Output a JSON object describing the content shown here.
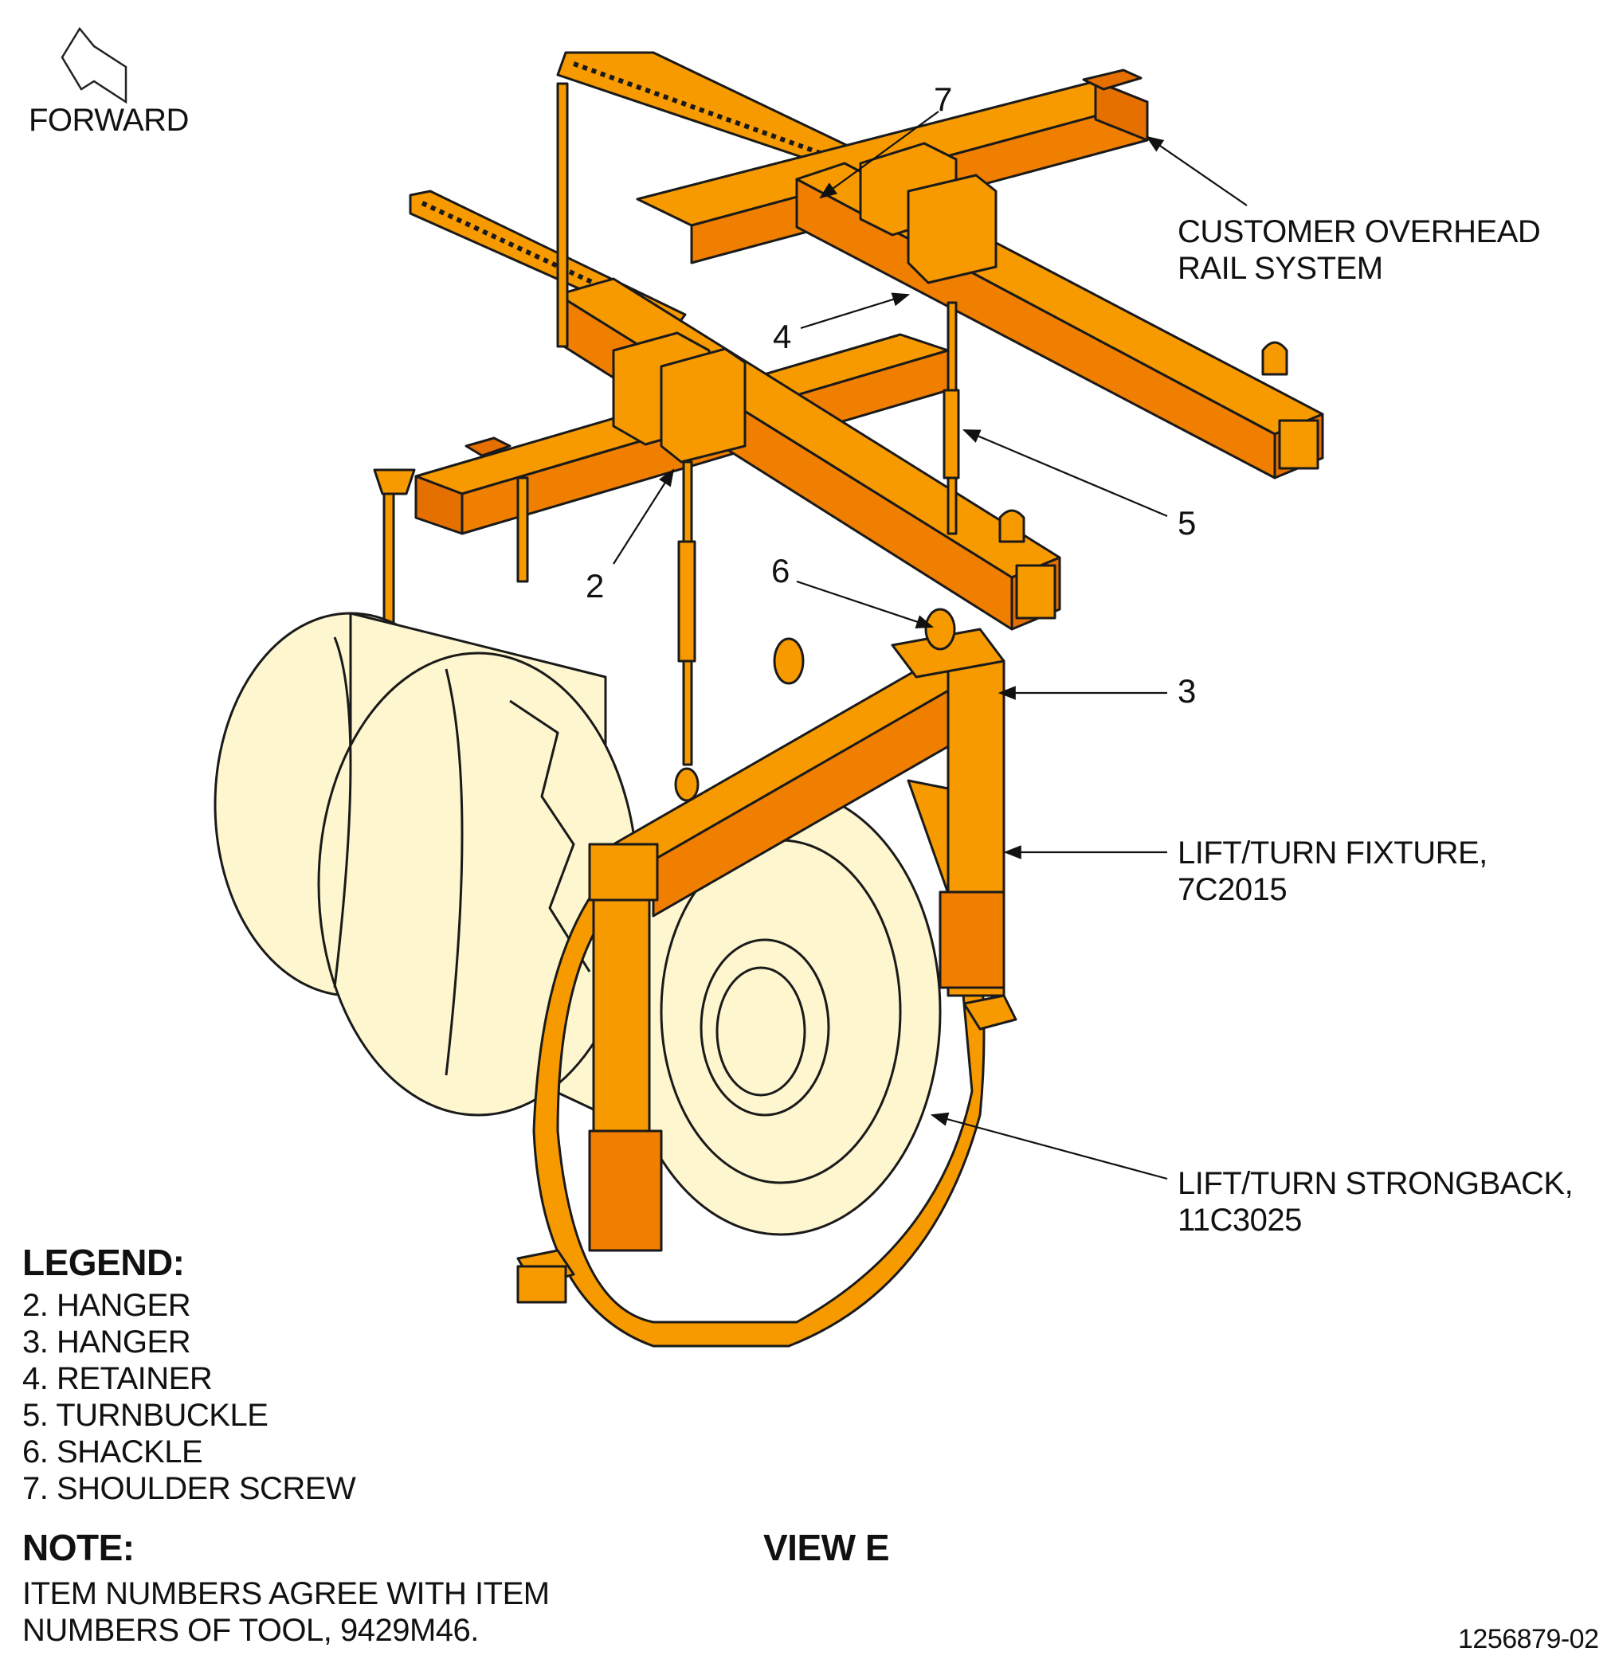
{
  "orientation": {
    "label": "FORWARD"
  },
  "callouts": {
    "c7": "7",
    "c4": "4",
    "c2": "2",
    "c5": "5",
    "c6": "6",
    "c3": "3"
  },
  "labels": {
    "rail_line1": "CUSTOMER OVERHEAD",
    "rail_line2": "RAIL SYSTEM",
    "fixture_line1": "LIFT/TURN FIXTURE,",
    "fixture_line2": "7C2015",
    "strongback_line1": "LIFT/TURN STRONGBACK,",
    "strongback_line2": "11C3025"
  },
  "legend": {
    "title": "LEGEND:",
    "items": [
      "2. HANGER",
      "3. HANGER",
      "4. RETAINER",
      "5. TURNBUCKLE",
      "6. SHACKLE",
      "7. SHOULDER SCREW"
    ]
  },
  "note": {
    "title": "NOTE:",
    "line1": "ITEM NUMBERS AGREE WITH ITEM",
    "line2": "NUMBERS OF TOOL, 9429M46."
  },
  "view_title": "VIEW E",
  "figure_id": "1256879-02",
  "colors": {
    "tooling": "#f79a00",
    "engine": "#fdf6cf",
    "outline": "#1a1a1a"
  }
}
